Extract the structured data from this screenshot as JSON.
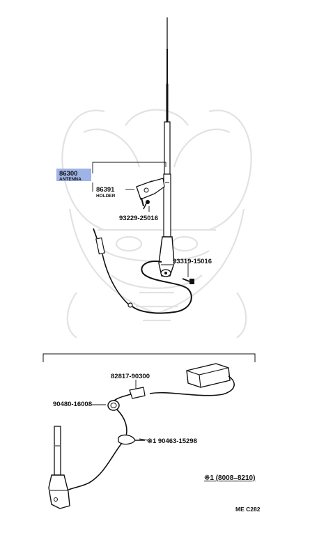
{
  "highlight_color": "#9fb4e6",
  "parts": {
    "antenna": {
      "number": "86300",
      "name": "ANTENNA"
    },
    "holder": {
      "number": "86391",
      "name": "HOLDER"
    },
    "screw_a": {
      "number": "93229-25016"
    },
    "screw_b": {
      "number": "93319-15016"
    },
    "clamp": {
      "number": "82817-90300"
    },
    "grommet": {
      "number": "90480-16008"
    },
    "clip": {
      "number": "※1 90463-15298"
    }
  },
  "footnote": "※1 (8008–8210)",
  "page_code": "ME  C282"
}
